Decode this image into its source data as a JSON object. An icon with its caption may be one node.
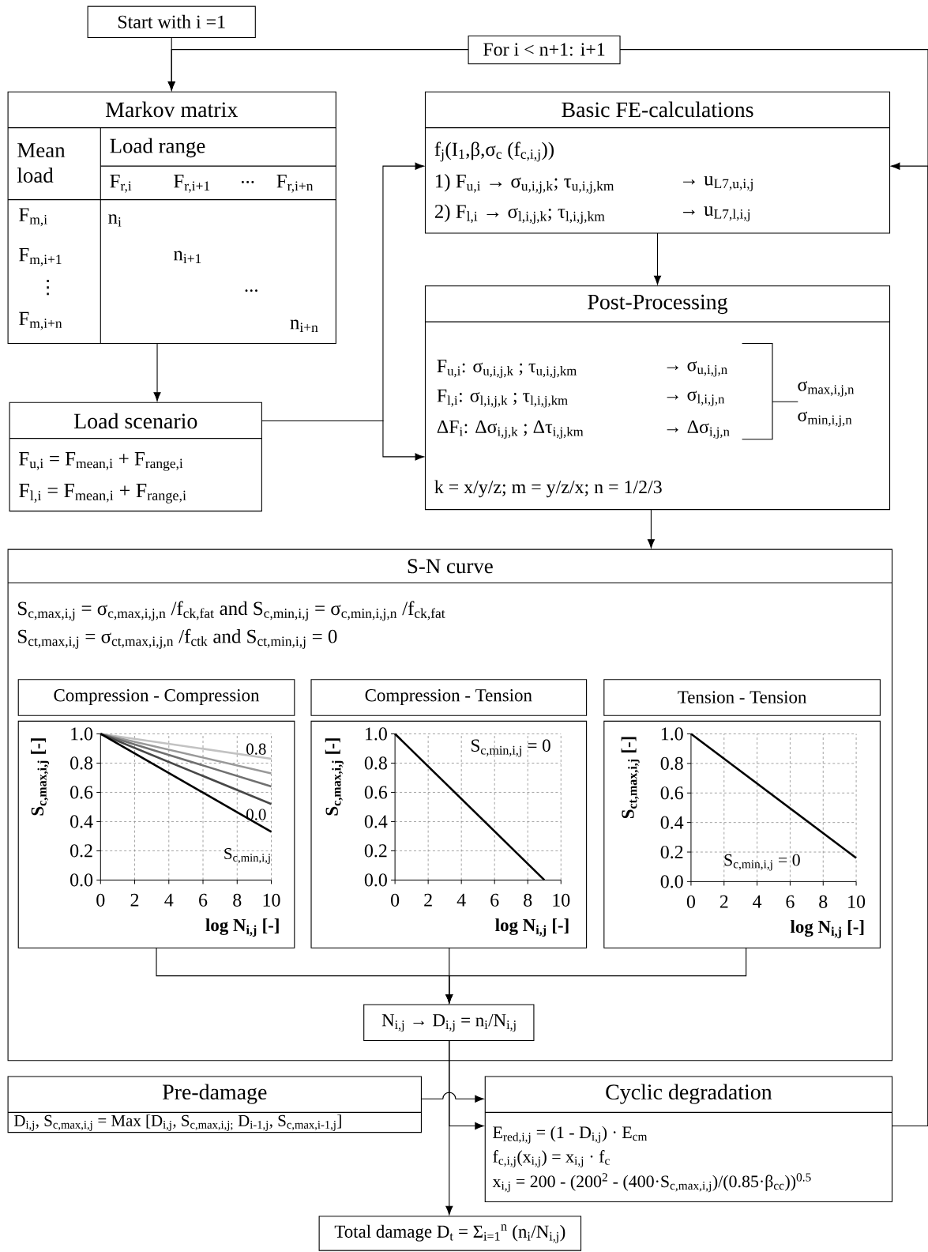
{
  "diagram": {
    "nodes": [
      {
        "text": [
          "Start with i =1"
        ]
      },
      {
        "text": [
          "For i < n+1: i+1"
        ]
      },
      {
        "text": [
          "Markov matrix",
          "Mean load",
          "Load range",
          "F$_{r,i}$",
          "F$_{r,i+1}$",
          "...",
          "F$_{r,i+n}$",
          "F$_{m,i}$",
          "n$_{i}$",
          "F$_{m,i+1}$",
          "n$_{i+1}$",
          "⋮",
          "...",
          "F$_{m,i+n}$",
          "n$_{i+n}$"
        ]
      },
      {
        "text": [
          "Load scenario",
          "F$_{u,i}$ = F$_{mean,i}$ + F$_{range,i}$",
          "F$_{l,i}$ = F$_{mean,i}$ + F$_{range,i}$"
        ]
      },
      {
        "text": [
          "Basic FE-calculations",
          "f$_{j}$(I$_{1}$,β,σ$_{c}$ (f$_{c,i,j}$))",
          "1) F$_{u,i}$ → σ$_{u,i,j,k}$; τ$_{u,i,j,km}$",
          "→ u$_{L7,u,i,j}$",
          "2) F$_{l,i}$ → σ$_{l,i,j,k}$; τ$_{l,i,j,km}$",
          "→ u$_{L7,l,i,j}$"
        ]
      },
      {
        "text": [
          "Post-Processing",
          "F$_{u,i}$: σ$_{u,i,j,k}$ ; τ$_{u,i,j,km}$",
          "→ σ$_{u,i,j,n}$",
          "F$_{l,i}$: σ$_{l,i,j,k}$ ; τ$_{l,i,j,km}$",
          "→ σ$_{l,i,j,n}$",
          "ΔF$_{i}$: Δσ$_{i,j,k}$ ; Δτ$_{i,j,km}$",
          "→ Δσ$_{i,j,n}$",
          "σ$_{max,i,j,n}$",
          "σ$_{min,i,j,n}$",
          "k = x/y/z; m = y/z/x; n = 1/2/3"
        ]
      },
      {
        "text": [
          "S-N curve",
          "S$_{c,max,i,j}$ = σ$_{c,max,i,j,n}$ /f$_{ck,fat}$ and S$_{c,min,i,j}$ = σ$_{c,min,i,j,n}$ /f$_{ck,fat}$",
          "S$_{ct,max,i,j}$ = σ$_{ct,max,i,j,n}$ /f$_{ctk}$ and S$_{ct,min,i,j}$ = 0"
        ]
      },
      {
        "text": [
          "Compression - Compression"
        ],
        "in": 6
      },
      {
        "text": [
          "S$_{c,max,i,j}$ [-]",
          "1.0",
          "0.8",
          "0.6",
          "0.4",
          "0.2",
          "0.0",
          "0.8",
          "0.0",
          "S$_{c,min,i,j}$",
          "0",
          "2",
          "4",
          "6",
          "8",
          "10",
          "log N$_{i,j}$ [-]"
        ],
        "in": 6
      },
      {
        "text": [
          "Compression - Tension"
        ],
        "in": 6
      },
      {
        "text": [
          "S$_{c,max,i,j}$ [-]",
          "1.0",
          "S$_{c,min,i,j}$ = 0",
          "0.8",
          "0.6",
          "0.4",
          "0.2",
          "0.0",
          "0",
          "2",
          "4",
          "6",
          "8",
          "10",
          "log N$_{i,j}$ [-]"
        ],
        "in": 6
      },
      {
        "text": [
          "Tension - Tension"
        ],
        "in": 6
      },
      {
        "text": [
          "S$_{ct,max,i,j}$ [-]",
          "1.0",
          "0.8",
          "0.6",
          "0.4",
          "0.2",
          "S$_{c,min,i,j}$ = 0",
          "0.0",
          "0",
          "2",
          "4",
          "6",
          "8",
          "10",
          "log N$_{i,j}$ [-]"
        ],
        "in": 6
      },
      {
        "text": [
          "N$_{i,j}$ → D$_{i,j}$ = n$_{i}$/N$_{i,j}$"
        ],
        "in": 6
      },
      {
        "text": [
          "Pre-damage",
          "D$_{i,j}$, S$_{c,max,i,j}$ = Max [D$_{i,j}$, S$_{c,max,i,j;}$ D$_{i-1,j}$, S$_{c,max,i-1,j}$]"
        ]
      },
      {
        "text": [
          "Cyclic degradation",
          "E$_{red,i,j}$ = (1 - D$_{i,j}$) · E$_{cm}$",
          "f$_{c,i,j}$(x$_{i,j}$) = x$_{i,j}$ · f$_{c}$",
          "x$_{i,j}$ = 200 - (200$^{2}$ - (400·S$_{c,max,i,j}$)/(0.85·β$_{cc}$))$^{0.5}$"
        ]
      },
      {
        "text": [
          "Total damage D$_{t}$ = Σ$_{i=1}$$^{n}$ (n$_{i}$/N$_{i,j}$)"
        ]
      }
    ],
    "edges": [
      {
        "from": 0,
        "to": 2,
        "arrow": "to"
      },
      {
        "from": 1,
        "to": 2,
        "arrow": "to"
      },
      {
        "from": 15,
        "to": 1,
        "arrow": "none"
      },
      {
        "from": 15,
        "to": 4,
        "arrow": "to"
      },
      {
        "from": 2,
        "to": 3,
        "arrow": "to"
      },
      {
        "from": 3,
        "to": 4,
        "arrow": "to"
      },
      {
        "from": 3,
        "to": 5,
        "arrow": "to"
      },
      {
        "from": 4,
        "to": 5,
        "arrow": "to"
      },
      {
        "from": 5,
        "to": 6,
        "arrow": "to"
      },
      {
        "from": 8,
        "to": 13,
        "arrow": "to"
      },
      {
        "from": 10,
        "to": 13,
        "arrow": "to"
      },
      {
        "from": 12,
        "to": 13,
        "arrow": "to"
      },
      {
        "from": 13,
        "to": 16,
        "arrow": "to"
      },
      {
        "from": 13,
        "to": 15,
        "arrow": "to"
      },
      {
        "from": 14,
        "to": 15,
        "arrow": "to"
      }
    ]
  }
}
